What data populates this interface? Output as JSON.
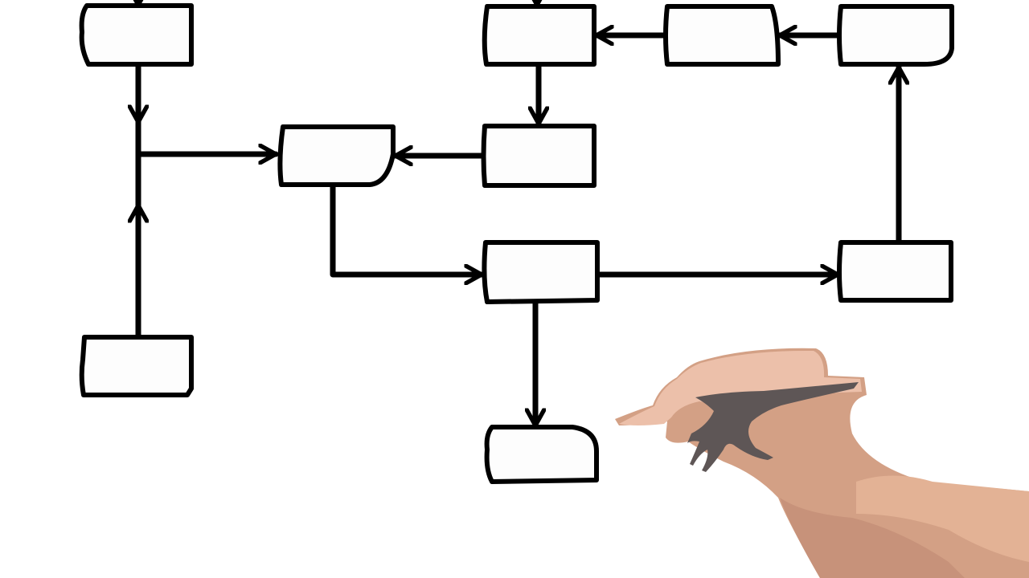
{
  "diagram": {
    "type": "flowchart",
    "box_labels": {
      "left-top": "",
      "left-bottom": "",
      "center-left": "",
      "center-top": "",
      "center-middle": "",
      "center-lower": "",
      "center-bottom": "",
      "top-middle": "",
      "top-right": "",
      "right-middle": ""
    }
  },
  "colors": {
    "background": "#ffffff",
    "line": "#000000",
    "box_fill": "#fdfdfd",
    "skin_light": "#ecc0aa",
    "skin_mid": "#d3a085",
    "skin_dark": "#c7927a",
    "pen": "#5e5656"
  },
  "icons": {
    "hand": "hand-holding-pen",
    "pen": "pen"
  }
}
